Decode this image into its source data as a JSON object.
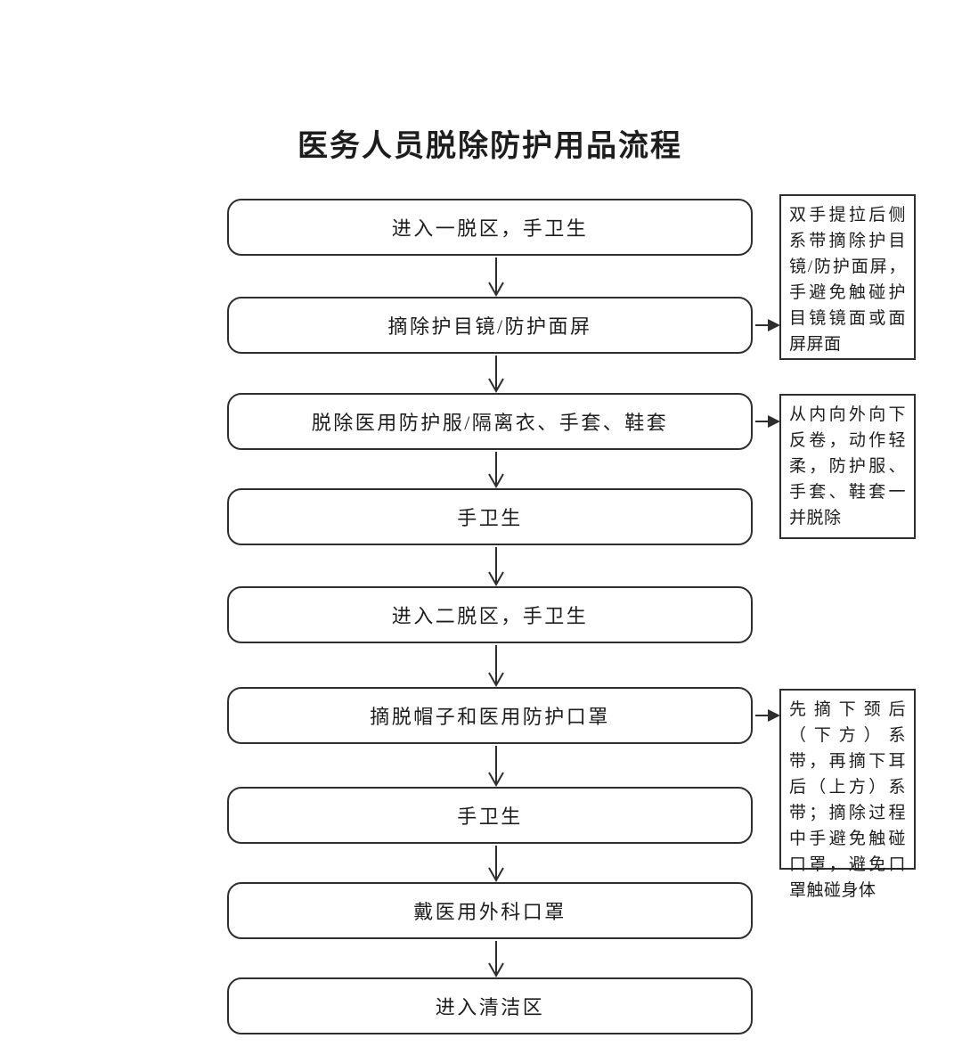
{
  "page": {
    "title": "医务人员脱除防护用品流程",
    "background": "#ffffff",
    "line_color": "#2e2e2e",
    "text_color": "#1d1d1d"
  },
  "flow": {
    "direction": "top-to-bottom",
    "steps": [
      {
        "label": "进入一脱区，手卫生"
      },
      {
        "label": "摘除护目镜/防护面屏"
      },
      {
        "label": "脱除医用防护服/隔离衣、手套、鞋套"
      },
      {
        "label": "手卫生"
      },
      {
        "label": "进入二脱区，手卫生"
      },
      {
        "label": "摘脱帽子和医用防护口罩"
      },
      {
        "label": "手卫生"
      },
      {
        "label": "戴医用外科口罩"
      },
      {
        "label": "进入清洁区"
      }
    ]
  },
  "annotations": [
    {
      "text": "双手提拉后侧系带摘除护目镜/防护面屏，手避免触碰护目镜镜面或面屏屏面",
      "arrow_from_step": 2
    },
    {
      "text": "从内向外向下反卷，动作轻柔，防护服、手套、鞋套一并脱除",
      "arrow_from_step": 3
    },
    {
      "text": "先摘下颈后（下方）系带，再摘下耳后（上方）系带；摘除过程中手避免触碰口罩，避免口罩触碰身体",
      "arrow_from_step": 6
    }
  ]
}
